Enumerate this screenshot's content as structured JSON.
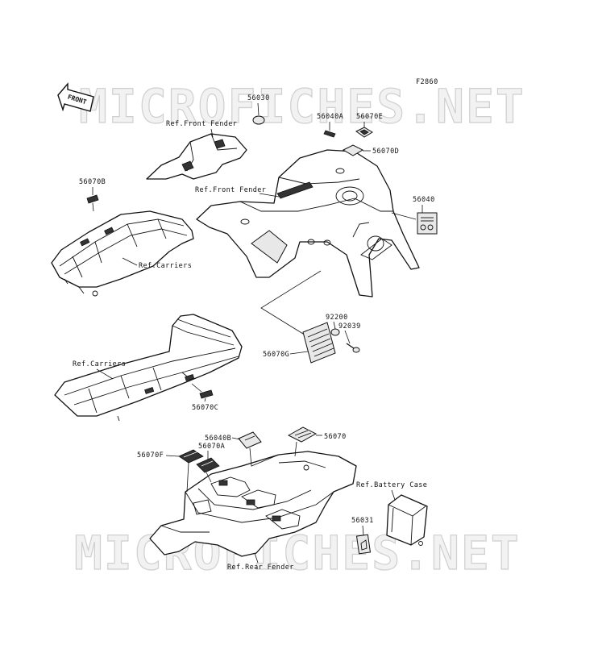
{
  "figure_code": "F2860",
  "front_arrow_label": "FRONT",
  "watermark_text": "MICROFICHES.NET",
  "labels": {
    "p56030": "56030",
    "ref_front_fender_top": "Ref.Front Fender",
    "p56040A": "56040A",
    "p56070E": "56070E",
    "p56070D": "56070D",
    "p56070B": "56070B",
    "ref_front_fender": "Ref.Front Fender",
    "p56040": "56040",
    "ref_carriers_top": "Ref.Carriers",
    "p92200": "92200",
    "p92039": "92039",
    "p56070G": "56070G",
    "ref_carriers_bottom": "Ref.Carriers",
    "p56070C": "56070C",
    "p56040B": "56040B",
    "p56070": "56070",
    "p56070F": "56070F",
    "p56070A": "56070A",
    "ref_battery_case": "Ref.Battery Case",
    "p56031": "56031",
    "ref_rear_fender": "Ref.Rear Fender"
  }
}
